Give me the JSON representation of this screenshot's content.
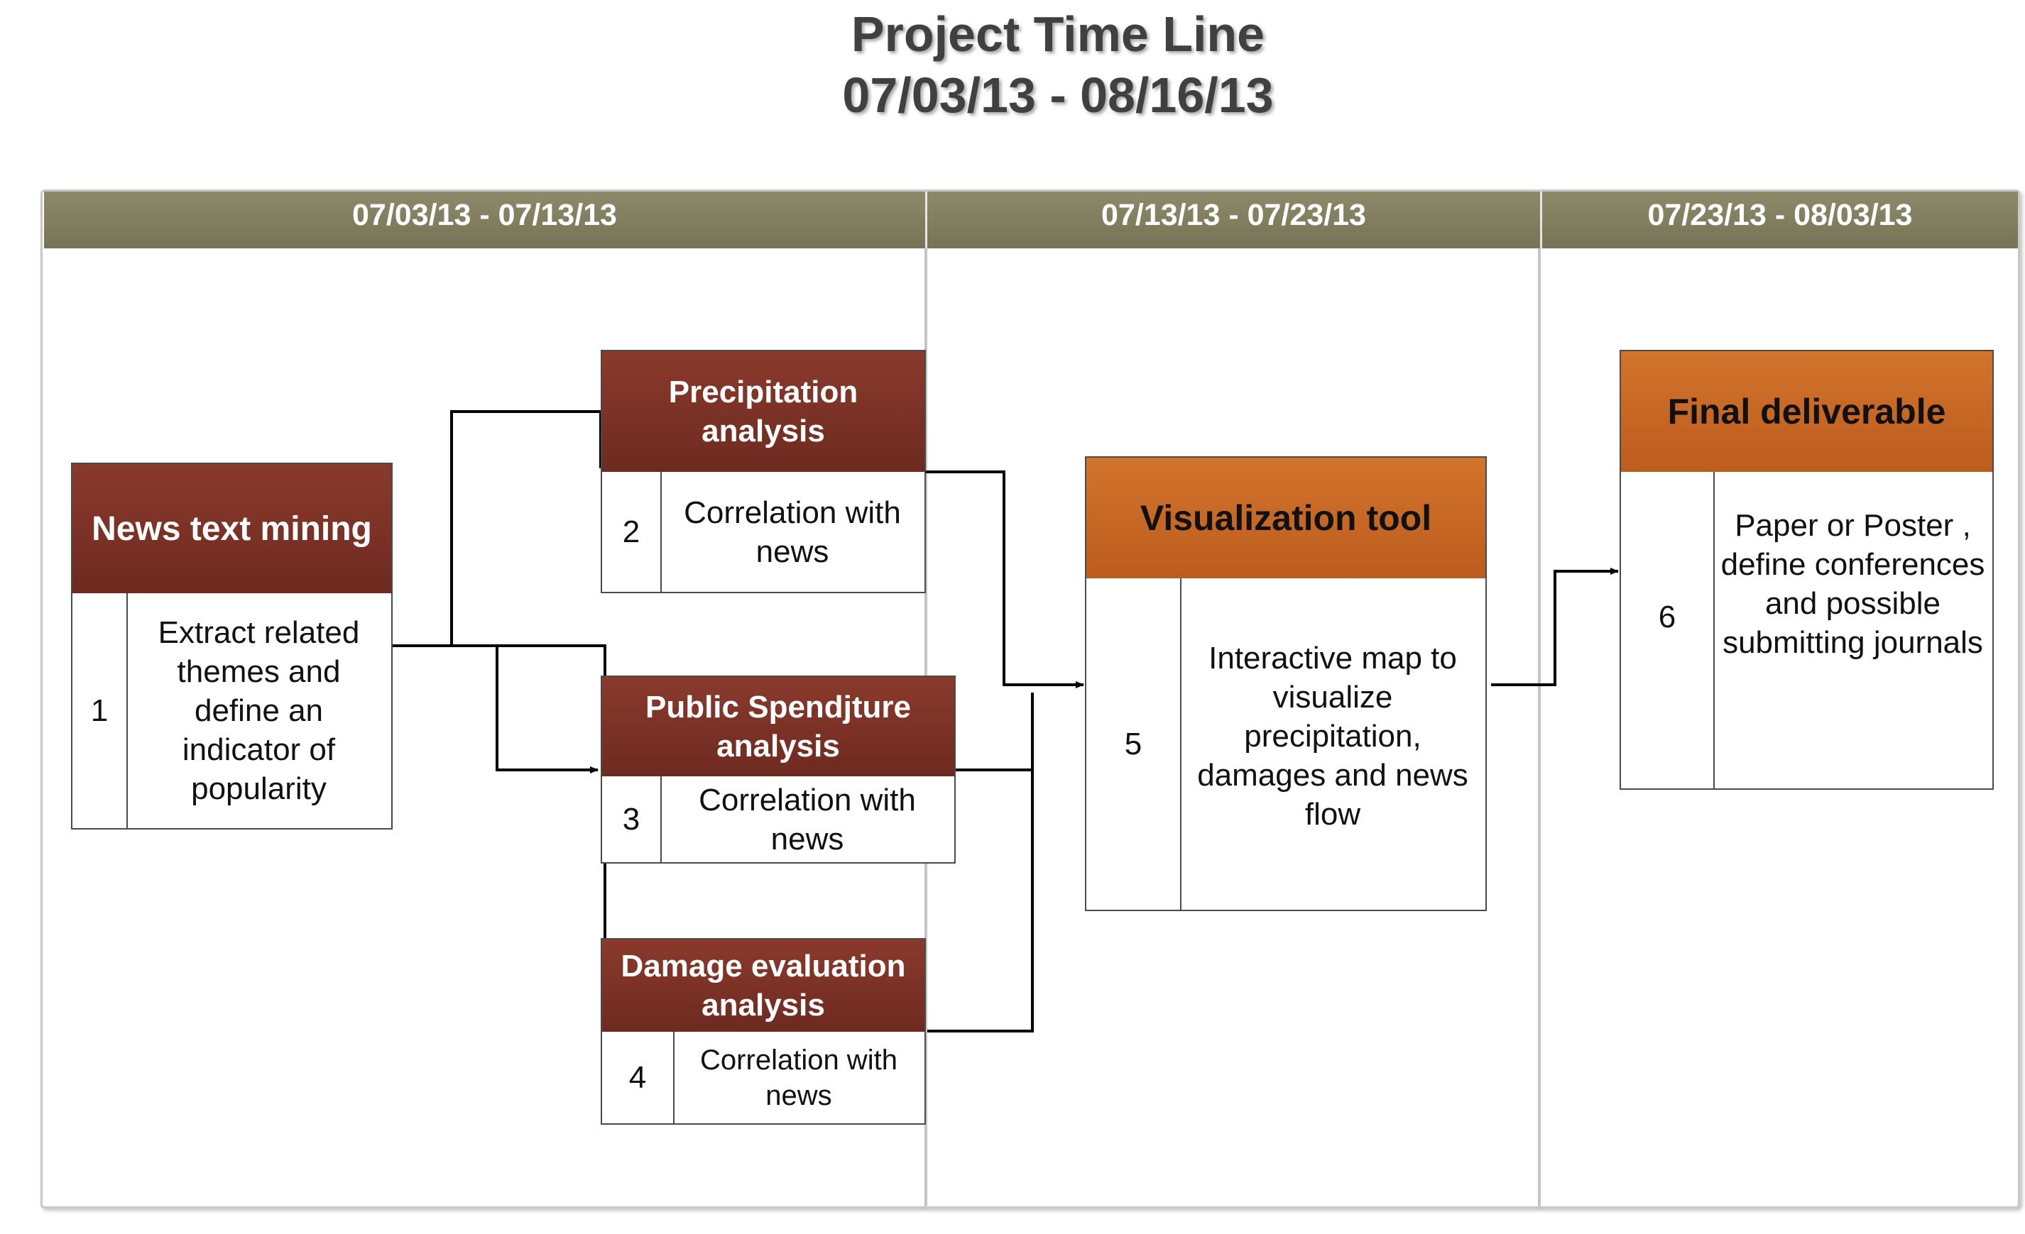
{
  "title": {
    "line1": "Project Time Line",
    "line2": "07/03/13 - 08/16/13"
  },
  "phases": [
    {
      "label": "07/03/13 - 07/13/13"
    },
    {
      "label": "07/13/13 - 07/23/13"
    },
    {
      "label": "07/23/13 - 08/03/13"
    }
  ],
  "tasks": [
    {
      "id": "1",
      "title": "News text mining",
      "desc": "Extract  related themes and define an indicator of popularity",
      "color": "#7a3024"
    },
    {
      "id": "2",
      "title": "Precipitation analysis",
      "desc": "Correlation with news",
      "color": "#7a3024"
    },
    {
      "id": "3",
      "title": "Public Spendjture analysis",
      "desc": "Correlation with news",
      "color": "#7a3024"
    },
    {
      "id": "4",
      "title": "Damage  evaluation analysis",
      "desc": "Correlation with news",
      "color": "#7a3024"
    },
    {
      "id": "5",
      "title": "Visualization tool",
      "desc": "Interactive map to visualize precipitation, damages and news flow",
      "color": "#c8651f"
    },
    {
      "id": "6",
      "title": "Final deliverable",
      "desc": "Paper or Poster , define conferences and possible submitting journals",
      "color": "#c8651f"
    }
  ],
  "colors": {
    "header": "#807e60",
    "maroon": "#7a3024",
    "orange": "#c8651f",
    "connector": "#000000"
  }
}
